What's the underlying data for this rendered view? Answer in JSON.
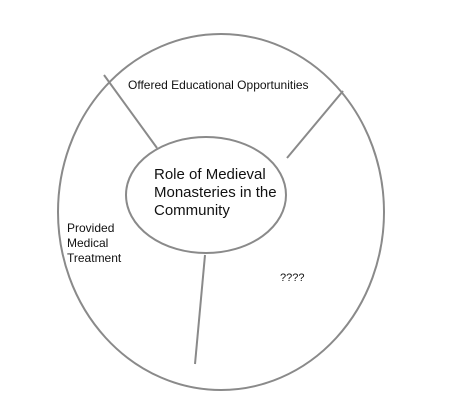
{
  "diagram": {
    "center_title": [
      "Role of Medieval",
      "Monasteries in the",
      "Community"
    ],
    "segments": {
      "top": "Offered Educational Opportunities",
      "left": [
        "Provided",
        "Medical",
        "Treatment"
      ],
      "right": "????"
    }
  }
}
